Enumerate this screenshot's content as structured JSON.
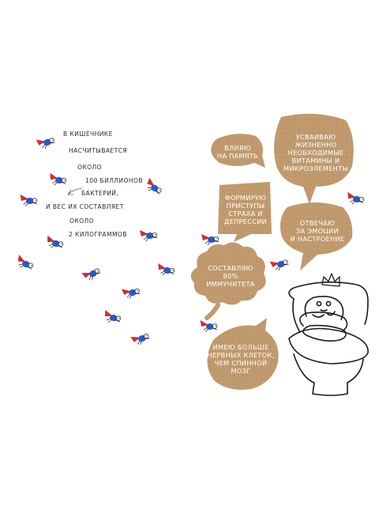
{
  "left_caption": {
    "lines": [
      "В КИШЕЧНИКЕ",
      "НАСЧИТЫВАЕТСЯ",
      "ОКОЛО",
      "100 БИЛЛИОНОВ",
      "БАКТЕРИЙ,",
      "И ВЕС ИХ СОСТАВЛЯЕТ",
      "ОКОЛО",
      "2 КИЛОГРАММОВ"
    ]
  },
  "bubbles": [
    {
      "id": "memory",
      "lines": [
        "ВЛИЯЮ",
        "НА ПАМЯТЬ"
      ]
    },
    {
      "id": "vitamins",
      "lines": [
        "УСВАИВАЮ",
        "ЖИЗНЕННО",
        "НЕОБХОДИМЫЕ",
        "ВИТАМИНЫ И",
        "МИКРОЭЛЕМЕНТЫ"
      ]
    },
    {
      "id": "fear",
      "lines": [
        "ФОРМИРУЮ",
        "ПРИСТУПЫ",
        "СТРАХА И",
        "ДЕПРЕССИИ"
      ]
    },
    {
      "id": "mood",
      "lines": [
        "ОТВЕЧАЮ",
        "ЗА ЭМОЦИИ",
        "И НАСТРОЕНИЕ"
      ]
    },
    {
      "id": "immunity",
      "lines": [
        "СОСТАВЛЯЮ",
        "80%",
        "ИММУНИТЕТА"
      ]
    },
    {
      "id": "nerves",
      "lines": [
        "ИМЕЮ БОЛЬШЕ",
        "НЕРВНЫХ КЛЕТОК,",
        "ЧЕМ СПИННОЙ",
        "МОЗГ"
      ]
    }
  ],
  "colors": {
    "kraft": "#c09a6d",
    "kraft_dark": "#a88356",
    "bacteria_blue": "#2b58c9",
    "cape_red": "#d52a2a",
    "ink": "#1a1a1a"
  },
  "icons": [
    "flying-bacterium-icon",
    "toilet-character-icon",
    "crown-icon",
    "arrow-icon"
  ]
}
